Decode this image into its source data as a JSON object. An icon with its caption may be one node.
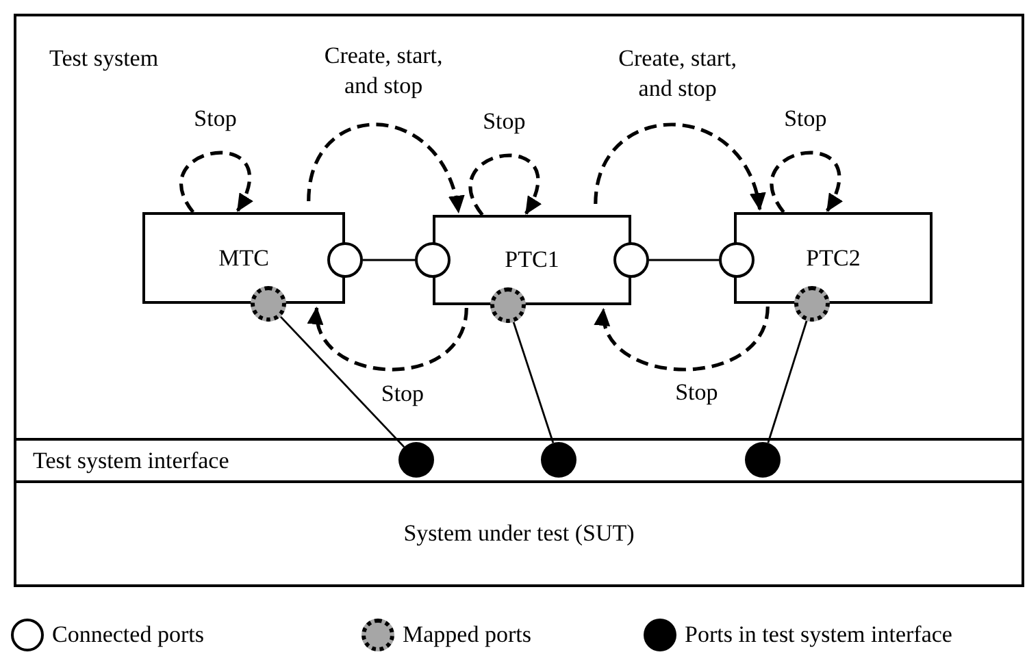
{
  "diagram": {
    "nodes": [
      {
        "text": [
          "Test system"
        ]
      },
      {
        "text": [
          "MTC"
        ],
        "in": 0
      },
      {
        "text": [
          "PTC1"
        ],
        "in": 0
      },
      {
        "text": [
          "PTC2"
        ],
        "in": 0
      },
      {
        "text": [],
        "shape": "circle",
        "in": 0
      },
      {
        "text": [],
        "shape": "circle",
        "in": 0
      },
      {
        "text": [],
        "shape": "circle",
        "in": 0
      },
      {
        "text": [],
        "shape": "circle",
        "in": 0
      },
      {
        "text": [],
        "shape": "circle",
        "in": 0
      },
      {
        "text": [],
        "shape": "circle",
        "in": 0
      },
      {
        "text": [],
        "shape": "circle",
        "in": 0
      },
      {
        "text": [
          "Test system interface"
        ]
      },
      {
        "text": [],
        "shape": "circle",
        "in": 11
      },
      {
        "text": [],
        "shape": "circle",
        "in": 11
      },
      {
        "text": [],
        "shape": "circle",
        "in": 11
      },
      {
        "text": [
          "System under test (SUT)"
        ]
      }
    ],
    "edges": [
      {
        "from": 1,
        "to": 1,
        "arrow": "to",
        "label": "Stop",
        "style": "dashed"
      },
      {
        "from": 1,
        "to": 2,
        "arrow": "to",
        "label": "Create, start, and stop",
        "style": "dashed"
      },
      {
        "from": 2,
        "to": 2,
        "arrow": "to",
        "label": "Stop",
        "style": "dashed"
      },
      {
        "from": 2,
        "to": 3,
        "arrow": "to",
        "label": "Create, start, and stop",
        "style": "dashed"
      },
      {
        "from": 3,
        "to": 3,
        "arrow": "to",
        "label": "Stop",
        "style": "dashed"
      },
      {
        "from": 2,
        "to": 1,
        "arrow": "to",
        "label": "Stop",
        "style": "dashed"
      },
      {
        "from": 3,
        "to": 2,
        "arrow": "to",
        "label": "Stop",
        "style": "dashed"
      },
      {
        "from": 4,
        "to": 5,
        "arrow": "none"
      },
      {
        "from": 6,
        "to": 7,
        "arrow": "none"
      },
      {
        "from": 8,
        "to": 12,
        "arrow": "none"
      },
      {
        "from": 9,
        "to": 13,
        "arrow": "none"
      },
      {
        "from": 10,
        "to": 14,
        "arrow": "none"
      }
    ],
    "legend": [
      {
        "text": "Connected ports"
      },
      {
        "text": "Mapped ports"
      },
      {
        "text": "Ports in test system interface"
      }
    ]
  }
}
